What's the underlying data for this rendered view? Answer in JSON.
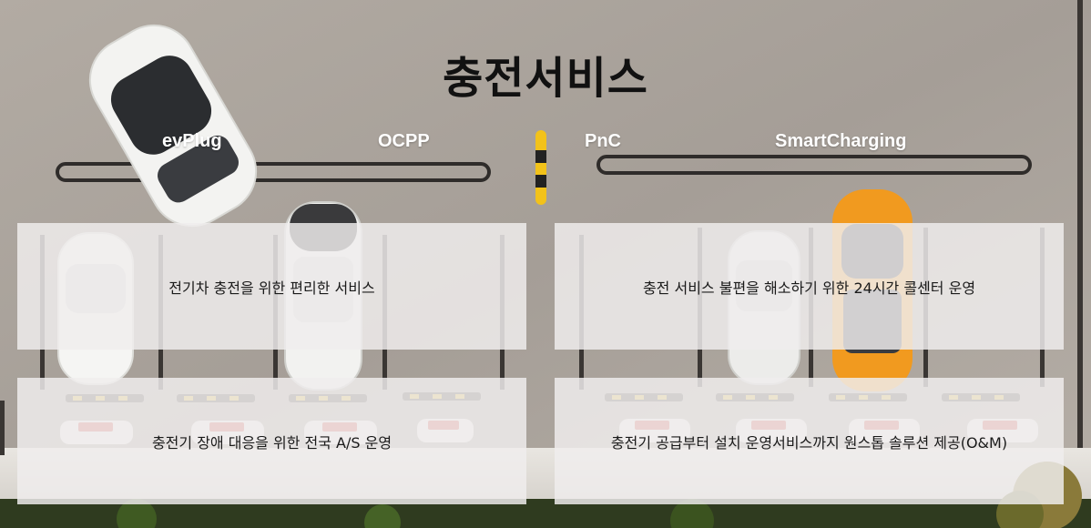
{
  "page": {
    "title": "충전서비스"
  },
  "tabs": [
    {
      "label": "evPlug"
    },
    {
      "label": "OCPP"
    },
    {
      "label": "PnC"
    },
    {
      "label": "SmartCharging"
    }
  ],
  "cards": [
    {
      "text": "전기차 충전을 위한 편리한 서비스"
    },
    {
      "text": "충전 서비스 불편을 해소하기 위한 24시간 콜센터 운영"
    },
    {
      "text": "충전기 장애 대응을 위한 전국 A/S 운영"
    },
    {
      "text": "충전기 공급부터 설치 운영서비스까지 원스톱 솔루션 제공(O&M)"
    }
  ],
  "colors": {
    "pavement": "#a9a29b",
    "lane_line": "#2f2c2a",
    "white_car": "#f3f3f1",
    "orange_car": "#f19a1f",
    "card_bg": "#f0eded",
    "title_text": "#111111",
    "tab_text": "#ffffff"
  }
}
